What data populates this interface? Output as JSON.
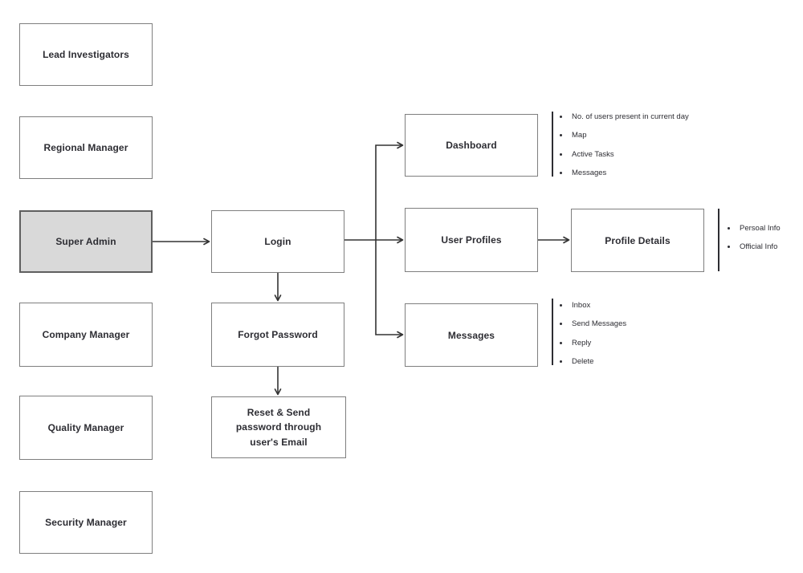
{
  "nodes": {
    "lead_investigators": "Lead Investigators",
    "regional_manager": "Regional Manager",
    "super_admin": "Super Admin",
    "company_manager": "Company Manager",
    "quality_manager": "Quality Manager",
    "security_manager": "Security Manager",
    "login": "Login",
    "forgot_password": "Forgot Password",
    "reset_send": "Reset & Send password through user's Email",
    "dashboard": "Dashboard",
    "user_profiles": "User Profiles",
    "messages": "Messages",
    "profile_details": "Profile Details"
  },
  "lists": {
    "dashboard": [
      "No. of users present in current day",
      "Map",
      "Active Tasks",
      "Messages"
    ],
    "profile_details": [
      "Persoal Info",
      "Official Info"
    ],
    "messages": [
      "Inbox",
      "Send Messages",
      "Reply",
      "Delete"
    ]
  },
  "colors": {
    "highlight_fill": "#d9d9d9",
    "box_border": "#7f7f7f",
    "text": "#2d2d33",
    "connector": "#333333"
  }
}
